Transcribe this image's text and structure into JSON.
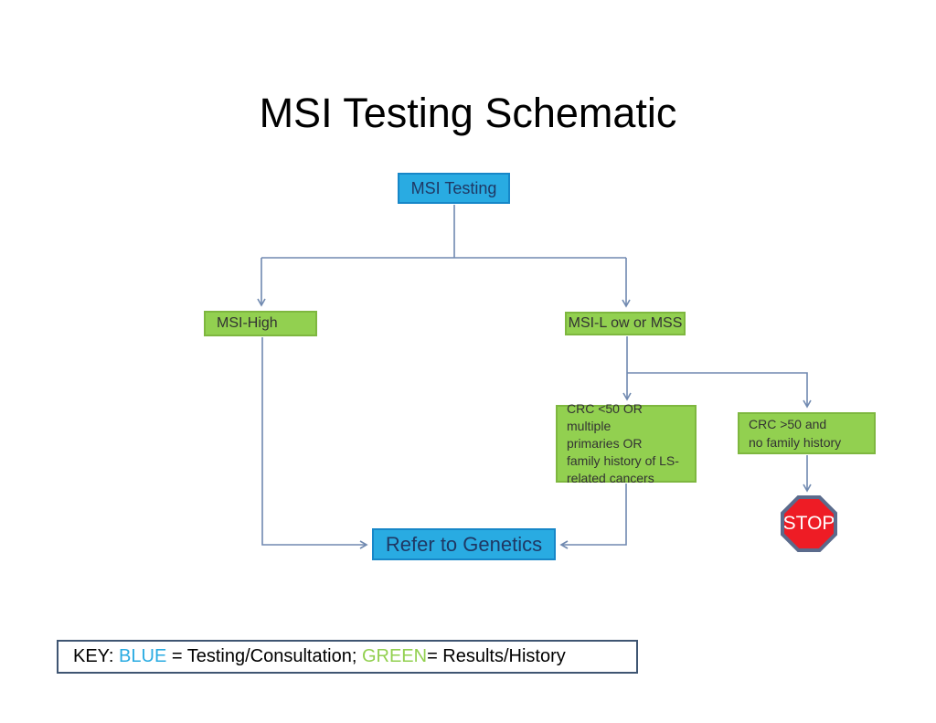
{
  "title": "MSI Testing Schematic",
  "colors": {
    "box_blue_fill": "#29ABE2",
    "box_blue_border": "#1787C8",
    "box_green_fill": "#92D050",
    "box_green_border": "#7EB73F",
    "box_blue_text": "#1F3864",
    "connector_line": "#7089B0",
    "stop_fill": "#EE1C25",
    "stop_border": "#5B6B8C",
    "key_border": "#3F5572"
  },
  "nodes": {
    "msi_testing": {
      "label": "MSI Testing"
    },
    "msi_high": {
      "label": "MSI-High"
    },
    "msi_low": {
      "label": "MSI-L ow or MSS"
    },
    "crc_lt50": {
      "lines": [
        "CRC <50 OR multiple",
        "primaries OR",
        "family history of LS-",
        "related cancers"
      ]
    },
    "crc_gt50": {
      "lines": [
        "CRC >50 and",
        "no family history"
      ]
    },
    "refer": {
      "label": "Refer to Genetics"
    },
    "stop": {
      "label": "STOP"
    }
  },
  "key": {
    "prefix": "KEY: ",
    "blue_word": "BLUE",
    "mid": " = Testing/Consultation; ",
    "green_word": "GREEN",
    "suffix": "= Results/History"
  }
}
